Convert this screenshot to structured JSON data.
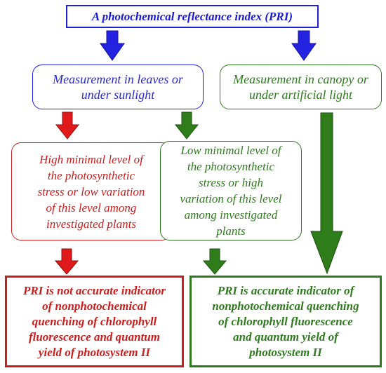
{
  "title": "A photochemical reflectance index (PRI)",
  "measurement_leaves": "Measurement in leaves or\nunder sunlight",
  "measurement_canopy": "Measurement in canopy or\nunder artificial light",
  "high_stress": "High minimal level of\nthe photosynthetic\nstress or low variation\nof this level among\ninvestigated plants",
  "low_stress": "Low minimal level of\nthe photosynthetic\nstress or high\nvariation of this level\namong investigated\nplants",
  "not_accurate": "PRI is not accurate indicator\nof nonphotochemical\nquenching of chlorophyll\nfluorescence and quantum\nyield of photosystem II",
  "accurate": "PRI is accurate indicator of\nnonphotochemical quenching\nof chlorophyll fluorescence\nand quantum yield of\nphotosystem II",
  "colors": {
    "blue": "#1f1fd6",
    "green": "#2f7a1f",
    "red": "#c81e1e"
  }
}
